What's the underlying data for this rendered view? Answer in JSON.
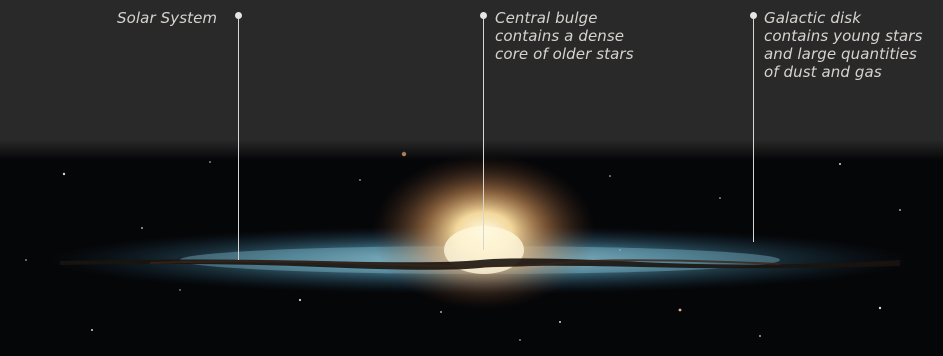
{
  "labels": {
    "solar_system": {
      "lines": [
        "Solar System"
      ]
    },
    "central_bulge": {
      "lines": [
        "Central bulge",
        "contains a dense",
        "core of older stars"
      ]
    },
    "galactic_disk": {
      "lines": [
        "Galactic disk",
        "contains young stars",
        "and large quantities",
        "of dust and gas"
      ]
    }
  },
  "colors": {
    "background": "#2a2929",
    "label_text": "#d6d3cf",
    "leader_line": "#d9d6d2",
    "space": "#050608",
    "bulge_core": "#fff2c8",
    "disk_glow": "#6fb7d6",
    "dust_lane": "#1a1410"
  },
  "image": {
    "subject": "edge-on-spiral-galaxy"
  }
}
